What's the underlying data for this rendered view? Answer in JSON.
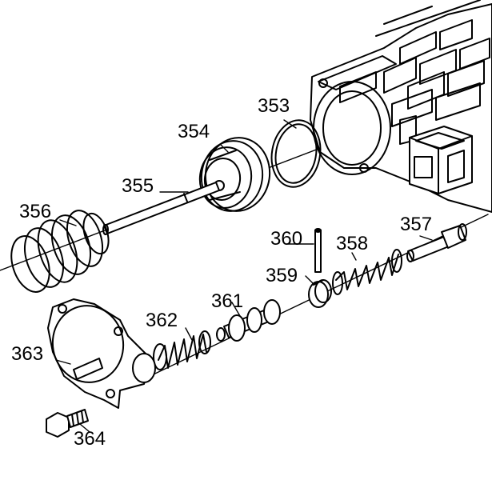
{
  "callouts": [
    {
      "id": "353",
      "label": "353"
    },
    {
      "id": "354",
      "label": "354"
    },
    {
      "id": "355",
      "label": "355"
    },
    {
      "id": "356",
      "label": "356"
    },
    {
      "id": "357",
      "label": "357"
    },
    {
      "id": "358",
      "label": "358"
    },
    {
      "id": "359",
      "label": "359"
    },
    {
      "id": "360",
      "label": "360"
    },
    {
      "id": "361",
      "label": "361"
    },
    {
      "id": "362",
      "label": "362"
    },
    {
      "id": "363",
      "label": "363"
    },
    {
      "id": "364",
      "label": "364"
    }
  ]
}
